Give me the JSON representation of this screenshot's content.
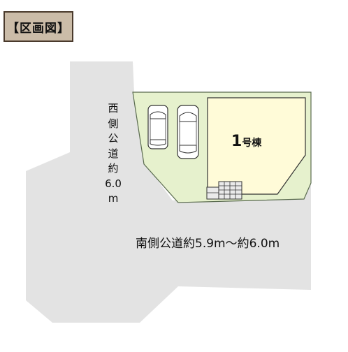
{
  "header": {
    "title": "【区画図】"
  },
  "roads": {
    "west_label_chars": [
      "西",
      "側",
      "公",
      "道",
      "約",
      "6.0",
      "m"
    ],
    "south_label": "南側公道約5.9m〜約6.0m"
  },
  "lot": {
    "unit_number": "1",
    "unit_suffix": "号棟"
  },
  "colors": {
    "road": "#e3e3e3",
    "lot_fill": "#e6f1cd",
    "lot_border": "#5a6b4f",
    "building_fill": "#fffbd8",
    "stair_fill": "#eaeaea",
    "title_bg": "#cbbca8",
    "title_border": "#4a3a2c"
  }
}
